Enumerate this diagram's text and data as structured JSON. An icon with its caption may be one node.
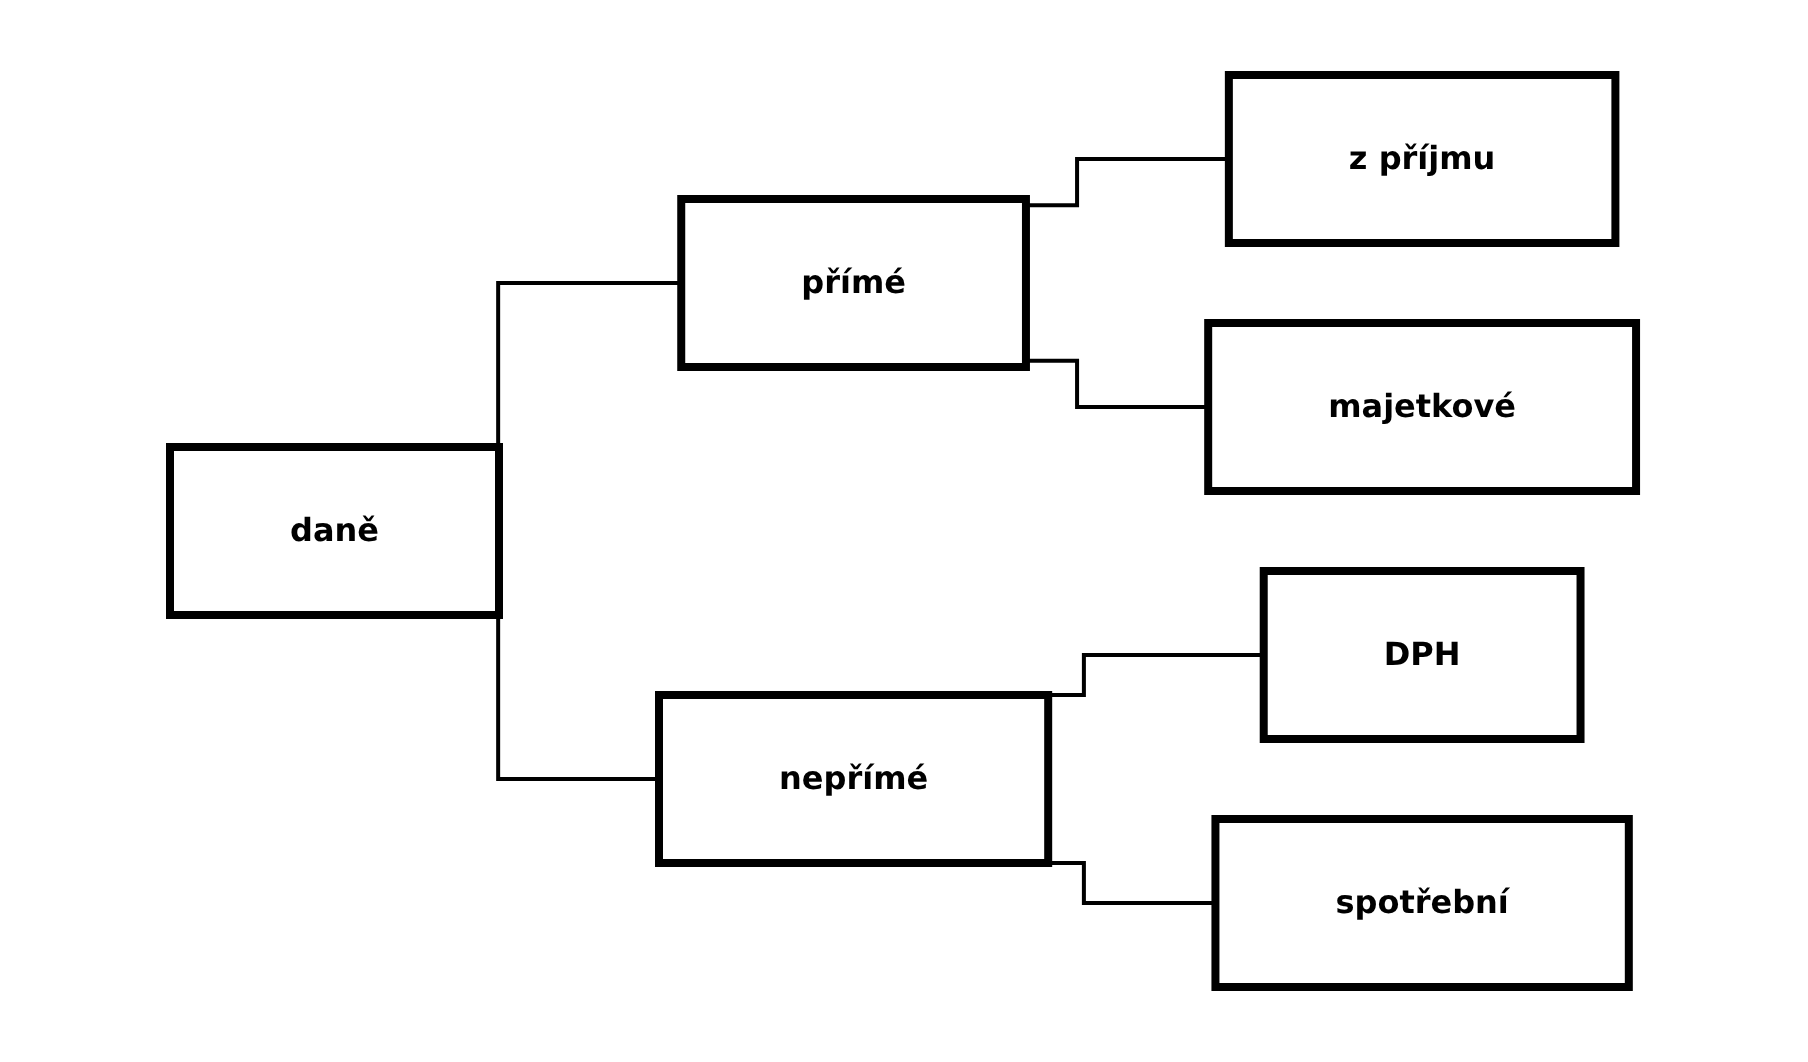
{
  "diagram": {
    "nodes": [
      {
        "text": [
          "daně"
        ]
      },
      {
        "text": [
          "přímé"
        ]
      },
      {
        "text": [
          "nepřímé"
        ]
      },
      {
        "text": [
          "z příjmu"
        ]
      },
      {
        "text": [
          "majetkové"
        ]
      },
      {
        "text": [
          "DPH"
        ]
      },
      {
        "text": [
          "spotřební"
        ]
      }
    ],
    "edges": [
      {
        "from": 0,
        "to": 1,
        "arrow": "none"
      },
      {
        "from": 0,
        "to": 2,
        "arrow": "none"
      },
      {
        "from": 1,
        "to": 3,
        "arrow": "none"
      },
      {
        "from": 1,
        "to": 4,
        "arrow": "none"
      },
      {
        "from": 2,
        "to": 5,
        "arrow": "none"
      },
      {
        "from": 2,
        "to": 6,
        "arrow": "none"
      }
    ]
  }
}
